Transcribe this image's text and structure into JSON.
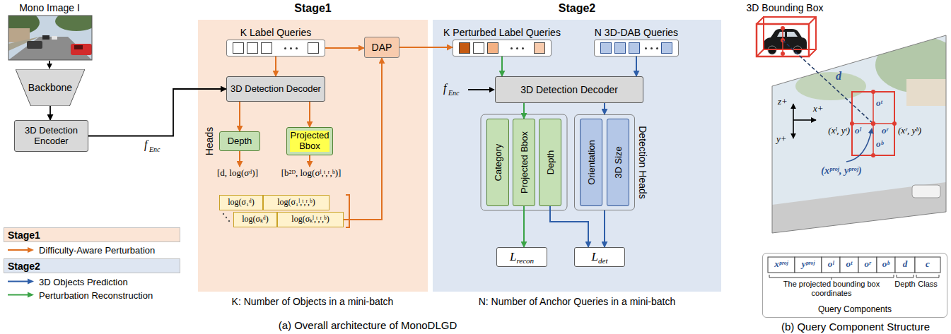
{
  "diagram": {
    "nodes": [
      {
        "text": [
          "Backbone"
        ]
      },
      {
        "text": [
          "3D Detection Encoder"
        ]
      },
      {
        "text": [
          "Stage1"
        ]
      },
      {
        "text": [
          "K Label Queries"
        ],
        "in": 2
      },
      {
        "text": [
          "DAP"
        ],
        "in": 2
      },
      {
        "text": [
          "3D Detection Decoder"
        ],
        "in": 2
      },
      {
        "text": [
          "Depth"
        ],
        "in": 2
      },
      {
        "text": [
          "Projected Bbox"
        ],
        "in": 2
      },
      {
        "text": [
          "log(σ₁ᵈ)"
        ],
        "in": 2
      },
      {
        "text": [
          "log(σ₁ˡ,ᵗ,ʳ,ᵇ)"
        ],
        "in": 2
      },
      {
        "text": [
          "log(σₖᵈ)"
        ],
        "in": 2
      },
      {
        "text": [
          "log(σₖˡ,ᵗ,ʳ,ᵇ)"
        ],
        "in": 2
      },
      {
        "text": [
          "Stage2"
        ]
      },
      {
        "text": [
          "K Perturbed Label Queries"
        ],
        "in": 12
      },
      {
        "text": [
          "N 3D-DAB Queries"
        ],
        "in": 12
      },
      {
        "text": [
          "3D Detection Decoder"
        ],
        "in": 12
      },
      {
        "text": [
          "Category"
        ],
        "in": 12
      },
      {
        "text": [
          "Projected Bbox"
        ],
        "in": 12
      },
      {
        "text": [
          "Depth"
        ],
        "in": 12
      },
      {
        "text": [
          "Detection Heads"
        ],
        "in": 12
      },
      {
        "text": [
          "Orientation"
        ],
        "in": 19
      },
      {
        "text": [
          "3D Size"
        ],
        "in": 19
      },
      {
        "text": [
          "L",
          "recon"
        ],
        "in": 12
      },
      {
        "text": [
          "L",
          "det"
        ],
        "in": 12
      },
      {
        "text": [
          "Query Components"
        ]
      }
    ],
    "edges": [
      {
        "from": 0,
        "to": 1,
        "arrow": "to"
      },
      {
        "from": 1,
        "to": 5,
        "arrow": "to"
      },
      {
        "from": 3,
        "to": 5,
        "arrow": "to"
      },
      {
        "from": 3,
        "to": 4,
        "arrow": "to"
      },
      {
        "from": 5,
        "to": 6,
        "arrow": "to"
      },
      {
        "from": 5,
        "to": 7,
        "arrow": "to"
      },
      {
        "from": 11,
        "to": 4,
        "arrow": "to"
      },
      {
        "from": 4,
        "to": 13,
        "arrow": "to"
      },
      {
        "from": 13,
        "to": 15,
        "arrow": "to"
      },
      {
        "from": 14,
        "to": 15,
        "arrow": "to"
      },
      {
        "from": 15,
        "to": 17,
        "arrow": "to"
      },
      {
        "from": 15,
        "to": 19,
        "arrow": "to"
      },
      {
        "from": 17,
        "to": 22,
        "arrow": "to"
      },
      {
        "from": 18,
        "to": 23,
        "arrow": "to"
      },
      {
        "from": 19,
        "to": 23,
        "arrow": "to"
      }
    ],
    "labels": [
      "Mono Image I",
      "f",
      "Enc",
      "Heads",
      "[d, log(σᵈ)]",
      "[b²ᴰ, log(σˡ,ᵗ,ʳ,ᵇ)]",
      "K: Number of Objects in a mini-batch",
      "f",
      "Enc",
      "N: Number of Anchor Queries in a mini-batch",
      "(a) Overall architecture of MonoDLGD",
      "3D Bounding Box",
      "z+",
      "x+",
      "y+",
      "d",
      "(xˡ, yᵗ)",
      "(xʳ, yᵇ)",
      "oˡ",
      "oᵗ",
      "oʳ",
      "oᵇ",
      "(xᵖʳᵒʲ, yᵖʳᵒʲ)",
      "xᵖʳᵒʲ",
      "yᵖʳᵒʲ",
      "oˡ",
      "oᵗ",
      "oʳ",
      "oᵇ",
      "d",
      "c",
      "The projected bounding box coordinates",
      "Depth",
      "Class",
      "(b) Query Component Structure"
    ],
    "legend": [
      {
        "text": "Stage1",
        "color": "#fbe5d6"
      },
      {
        "text": "Difficulty-Aware Perturbation"
      },
      {
        "text": "Stage2",
        "color": "#dee6f2"
      },
      {
        "text": "3D Objects Prediction"
      },
      {
        "text": "Perturbation Reconstruction"
      }
    ]
  }
}
